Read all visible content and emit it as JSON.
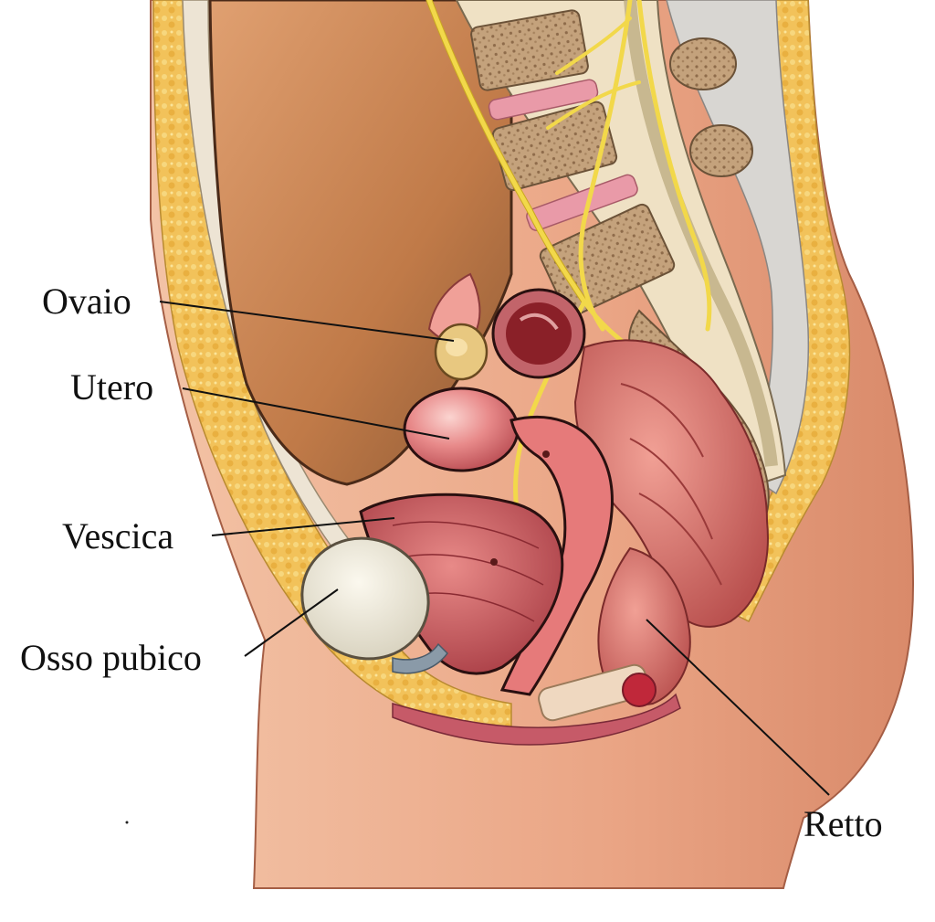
{
  "labels": {
    "ovaio": "Ovaio",
    "utero": "Utero",
    "vescica": "Vescica",
    "osso_pubico": "Osso pubico",
    "retto": "Retto"
  },
  "colors": {
    "skin": "#e9a889",
    "skin_dark": "#c9785c",
    "cavity": "#c98a5a",
    "fat": "#f2c25a",
    "muscle": "#d8686a",
    "bone": "#b89a78",
    "disc": "#e99aa8",
    "nerve": "#f2d84a"
  }
}
